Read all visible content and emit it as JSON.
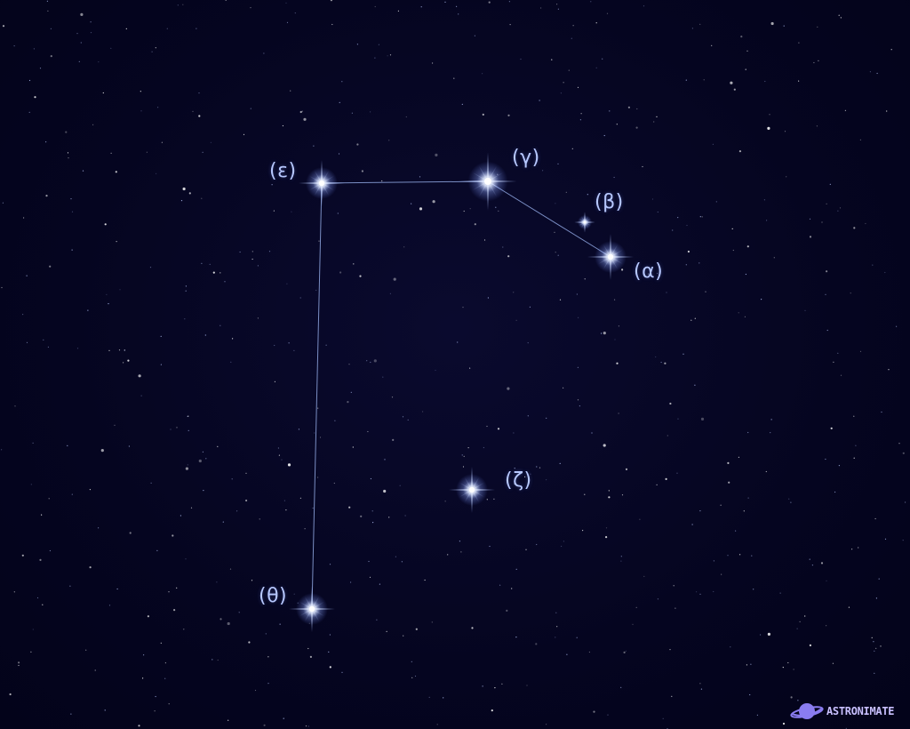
{
  "colors": {
    "background": "#05051f",
    "line": "#8fa6e0",
    "label": "#b7c8ff",
    "star_core": "#ffffff",
    "star_glow": "#9fb8ff",
    "logo_planet": "#8a7cf0",
    "logo_text": "#c9c0ff"
  },
  "constellation": {
    "stars": [
      {
        "id": "epsilon",
        "label": "(ε)",
        "magnitude": "bright"
      },
      {
        "id": "gamma",
        "label": "(γ)",
        "magnitude": "brightest"
      },
      {
        "id": "beta",
        "label": "(β)",
        "magnitude": "faint"
      },
      {
        "id": "alpha",
        "label": "(α)",
        "magnitude": "bright"
      },
      {
        "id": "zeta",
        "label": "(ζ)",
        "magnitude": "bright"
      },
      {
        "id": "theta",
        "label": "(θ)",
        "magnitude": "bright"
      }
    ],
    "connections": [
      [
        "theta",
        "epsilon"
      ],
      [
        "epsilon",
        "gamma"
      ],
      [
        "gamma",
        "alpha"
      ]
    ]
  },
  "logo": {
    "text": "ASTRONIMATE",
    "icon": "planet-icon"
  }
}
